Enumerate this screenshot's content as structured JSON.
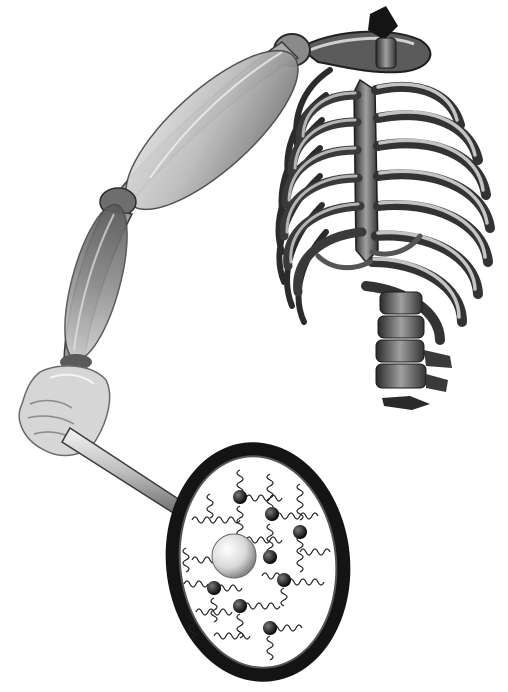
{
  "figure": {
    "subject": "musculoskeletal-arm-model-with-racket",
    "parts": [
      "rib-cage",
      "spine",
      "upper-arm",
      "forearm",
      "hand",
      "racket-handle",
      "racket-frame",
      "spring-mass-grid"
    ],
    "palette": {
      "bone_light": "#e8e8e8",
      "bone_mid": "#9a9a9a",
      "bone_dark": "#2a2a2a",
      "muscle_light": "#d6d6d6",
      "muscle_dark": "#6f6f6f",
      "frame": "#1a1a1a",
      "mass_node": "#111111",
      "central_mass": "#f2f2f2",
      "background": "#ffffff"
    },
    "spring_grid": {
      "rows": 3,
      "cols": 4,
      "node_count": 8,
      "central_mass_count": 1
    }
  }
}
